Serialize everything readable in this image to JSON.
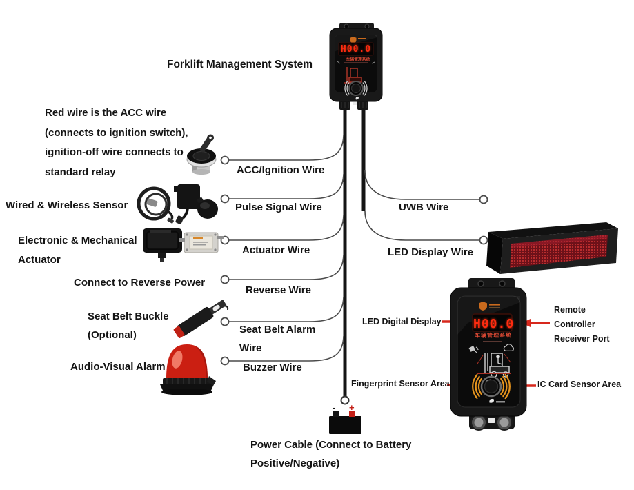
{
  "diagram_title": "Forklift Management System",
  "note": {
    "lines": {
      "l1": "Red wire is the ACC wire",
      "l2": "(connects to ignition switch),",
      "l3": "ignition-off wire connects to",
      "l4": "standard relay"
    }
  },
  "components": {
    "sensor": "Wired & Wireless Sensor",
    "actuator_line1": "Electronic & Mechanical",
    "actuator_line2": "Actuator",
    "reverse_power": "Connect to Reverse Power",
    "seat_belt_line1": "Seat Belt Buckle",
    "seat_belt_line2": "(Optional)",
    "av_alarm": "Audio-Visual Alarm"
  },
  "wires": {
    "acc": "ACC/Ignition Wire",
    "pulse": "Pulse Signal Wire",
    "actuator": "Actuator Wire",
    "reverse": "Reverse Wire",
    "seat_belt_line1": "Seat Belt Alarm",
    "seat_belt_line2": "Wire",
    "buzzer": "Buzzer Wire",
    "uwb": "UWB Wire",
    "led_display": "LED Display Wire"
  },
  "device": {
    "display_value": "H00.0",
    "display_caption": "车辆管理系统"
  },
  "callouts": {
    "led_display": "LED Digital Display",
    "remote_line1": "Remote",
    "remote_line2": "Controller",
    "remote_line3": "Receiver Port",
    "fingerprint": "Fingerprint Sensor Area",
    "ic_card": "IC Card Sensor Area"
  },
  "battery": {
    "negative": "-",
    "positive": "+",
    "label_line1": "Power Cable (Connect to Battery",
    "label_line2": "Positive/Negative)"
  },
  "colors": {
    "arrow_red": "#d7281d",
    "display_red": "#ff2b10",
    "arc_orange": "#e8951d",
    "battery_positive_red": "#c42018"
  }
}
